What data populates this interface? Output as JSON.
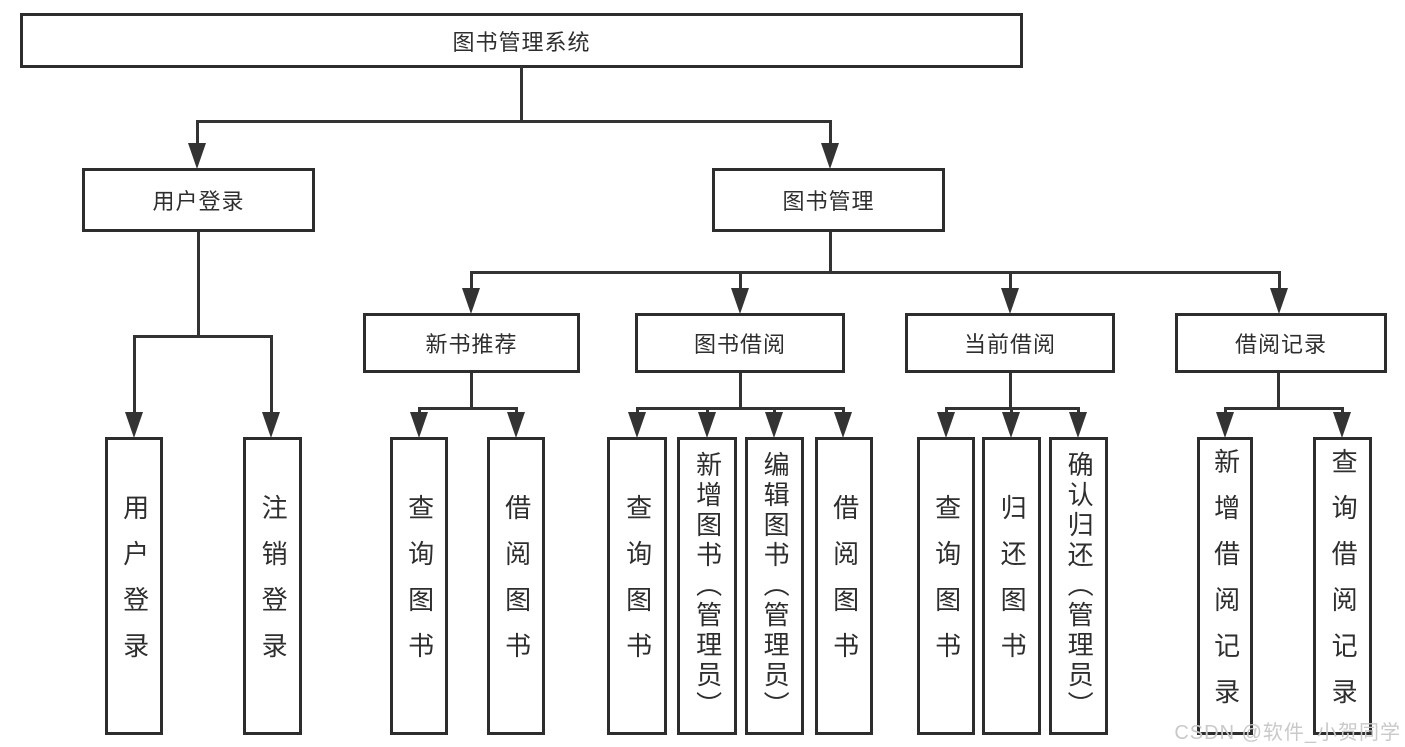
{
  "diagram": {
    "type": "hierarchy-tree",
    "root": "图书管理系统",
    "branches": [
      {
        "label": "用户登录",
        "children": [
          "用户登录",
          "注销登录"
        ]
      },
      {
        "label": "图书管理",
        "sections": [
          {
            "label": "新书推荐",
            "children": [
              "查询图书",
              "借阅图书"
            ]
          },
          {
            "label": "图书借阅",
            "children": [
              "查询图书",
              "新增图书（管理员）",
              "编辑图书（管理员）",
              "借阅图书"
            ]
          },
          {
            "label": "当前借阅",
            "children": [
              "查询图书",
              "归还图书",
              "确认归还（管理员）"
            ]
          },
          {
            "label": "借阅记录",
            "children": [
              "新增借阅记录",
              "查询借阅记录"
            ]
          }
        ]
      }
    ]
  },
  "watermark": {
    "text": "CSDN @软件_小贺同学"
  },
  "colors": {
    "line": "#333333",
    "border": "#2d2d2d",
    "text": "#2e2e2e",
    "background": "#ffffff",
    "watermark": "#c9c9c9"
  }
}
